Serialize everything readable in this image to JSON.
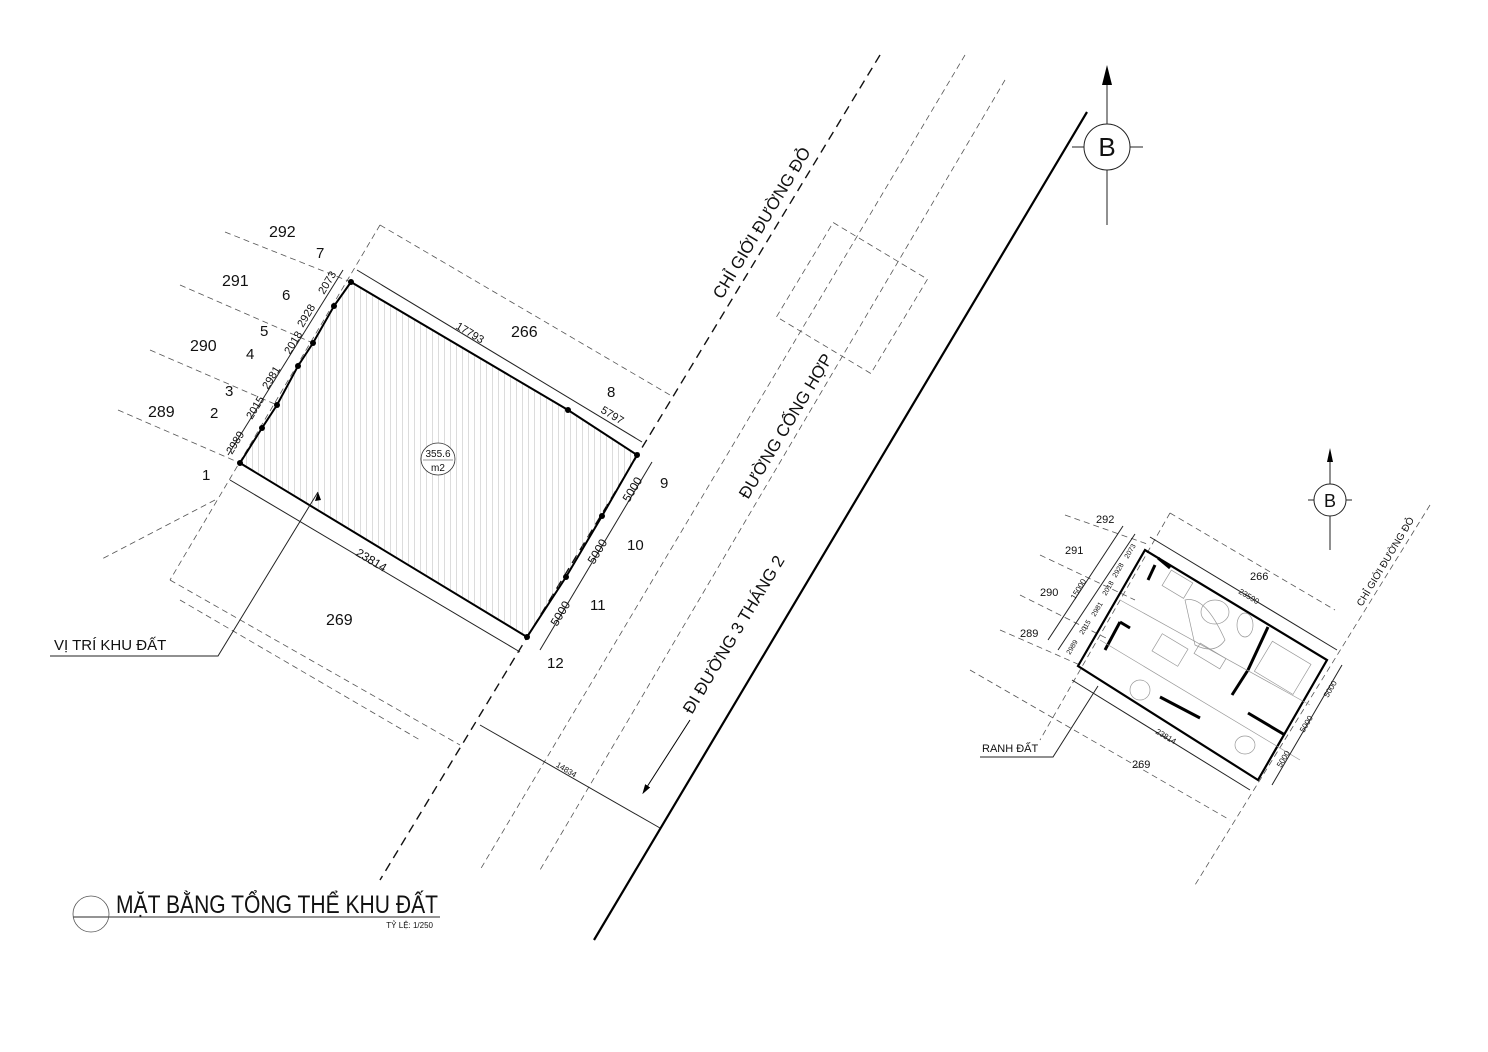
{
  "drawing": {
    "title": "MẶT BẰNG TỔNG THỂ KHU ĐẤT",
    "scale": "TỶ LỆ: 1/250",
    "north_label": "B"
  },
  "site_plan": {
    "area_value": "355.6",
    "area_unit": "m2",
    "site_label": "VỊ TRÍ KHU ĐẤT",
    "red_line_label": "CHỈ GIỚI ĐƯỜNG ĐỎ",
    "alley_label": "ĐƯỜNG CỐNG HỢP",
    "road_label": "ĐI ĐƯỜNG 3 THÁNG 2",
    "road_width": "14834",
    "neighbor_lots": [
      "292",
      "291",
      "290",
      "289",
      "266",
      "269"
    ],
    "points": [
      "1",
      "2",
      "3",
      "4",
      "5",
      "6",
      "7",
      "8",
      "9",
      "10",
      "11",
      "12"
    ],
    "dimensions": {
      "left_segments": [
        "2989",
        "2015",
        "2981",
        "2018",
        "2928",
        "2073"
      ],
      "top": "17793",
      "top_short": "5797",
      "right_segments": [
        "5000",
        "5000",
        "5000"
      ],
      "bottom": "23814"
    }
  },
  "floor_plan": {
    "boundary_label": "RANH ĐẤT",
    "red_line_label": "CHỈ GIỚI ĐƯỜNG ĐỎ",
    "neighbor_lots": [
      "292",
      "291",
      "290",
      "289",
      "266",
      "269"
    ],
    "dimensions": {
      "left_total": "15000",
      "left_segments": [
        "2989",
        "2015",
        "2981",
        "2018",
        "2928",
        "2073"
      ],
      "top": "23590",
      "bottom": "23814",
      "right_segments": [
        "5000",
        "5000",
        "5000"
      ]
    }
  },
  "colors": {
    "line": "#000000",
    "hatch": "#9a9a9a",
    "background": "#ffffff"
  }
}
